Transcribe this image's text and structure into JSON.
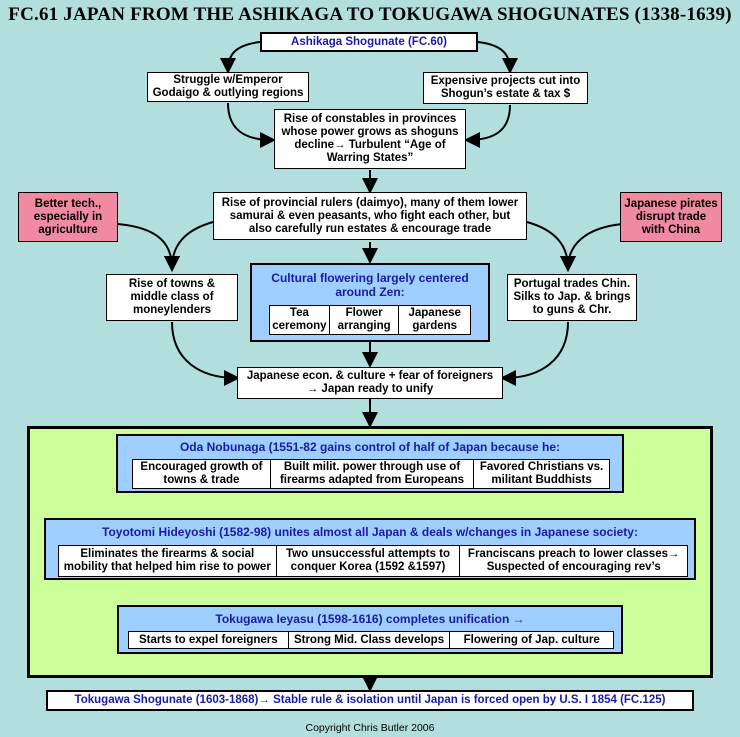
{
  "title": "FC.61 JAPAN FROM THE ASHIKAGA TO TOKUGAWA SHOGUNATES (1338-1639)",
  "ashikaga": "Ashikaga Shogunate (FC.60)",
  "struggle": "Struggle w/Emperor Godaigo & outlying regions",
  "expensive": "Expensive projects cut into Shogun’s estate & tax $",
  "constables": "Rise of constables in provinces whose power grows as shoguns decline→ Turbulent “Age of Warring States”",
  "better_tech": "Better tech., especially in agriculture",
  "daimyo": "Rise of provincial rulers (daimyo), many of them lower samurai & even peasants, who fight each other, but also carefully run estates & encourage trade",
  "pirates": "Japanese pirates disrupt trade with China",
  "towns": "Rise of towns & middle class of moneylenders",
  "cultural": {
    "title": "Cultural flowering largely centered around Zen:",
    "items": [
      "Tea ceremony",
      "Flower arranging",
      "Japanese gardens"
    ]
  },
  "portugal": "Portugal trades Chin. Silks to Jap. & brings to guns & Chr.",
  "econ": "Japanese econ. & culture + fear of foreigners → Japan ready to unify",
  "oda": {
    "title": "Oda Nobunaga (1551-82 gains control of half of Japan because he:",
    "items": [
      "Encouraged growth of towns & trade",
      "Built milit. power through use of firearms adapted from Europeans",
      "Favored Christians vs. militant Buddhists"
    ]
  },
  "toyotomi": {
    "title": "Toyotomi Hideyoshi (1582-98) unites almost all Japan & deals w/changes in Japanese society:",
    "items": [
      "Eliminates the firearms & social mobility that helped him rise to power",
      "Two unsuccessful attempts to conquer Korea (1592 &1597)",
      "Franciscans preach to lower classes→ Suspected of encouraging rev’s"
    ]
  },
  "tokugawa": {
    "title": "Tokugawa Ieyasu (1598-1616) completes unification →",
    "items": [
      "Starts to expel foreigners",
      "Strong Mid. Class develops",
      "Flowering of Jap. culture"
    ]
  },
  "shogunate": "Tokugawa Shogunate (1603-1868)→ Stable rule & isolation until Japan is forced open by U.S. I 1854 (FC.125)",
  "footer": "Copyright Chris Butler 2006"
}
